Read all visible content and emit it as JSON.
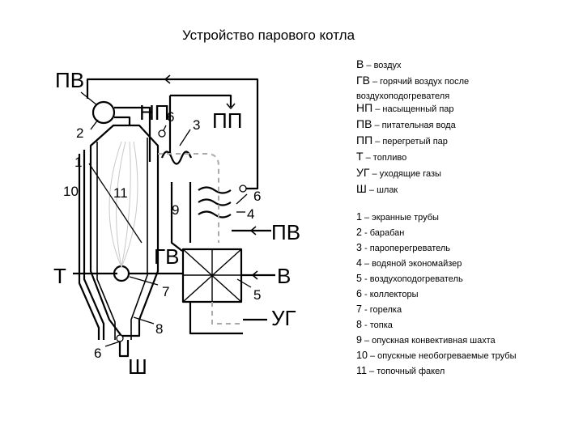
{
  "title": "Устройство парового котла",
  "legend_abbr": [
    {
      "key": "В",
      "text": " – воздух"
    },
    {
      "key": "ГВ",
      "text": " – горячий воздух после"
    },
    {
      "key": "",
      "text": "воздухоподогревателя"
    },
    {
      "key": "НП",
      "text": " – насыщенный пар"
    },
    {
      "key": "ПВ",
      "text": " – питательная вода"
    },
    {
      "key": "ПП",
      "text": " – перегретый пар"
    },
    {
      "key": "Т",
      "text": " – топливо"
    },
    {
      "key": "УГ",
      "text": " – уходящие газы"
    },
    {
      "key": "Ш",
      "text": " – шлак"
    }
  ],
  "legend_parts": [
    {
      "key": "1",
      "text": " – экранные трубы"
    },
    {
      "key": "2",
      "text": " - барабан"
    },
    {
      "key": "3",
      "text": " - пароперегреватель"
    },
    {
      "key": "4",
      "text": " – водяной экономайзер"
    },
    {
      "key": "5",
      "text": " - воздухоподогреватель"
    },
    {
      "key": "6",
      "text": " - коллекторы"
    },
    {
      "key": "7",
      "text": " - горелка"
    },
    {
      "key": "8",
      "text": " - топка"
    },
    {
      "key": "9",
      "text": " – опускная конвективная шахта"
    },
    {
      "key": "10",
      "text": " – опускные необогреваемые трубы"
    },
    {
      "key": "11",
      "text": " – топочный факел"
    }
  ],
  "diagram_labels": {
    "pv_top": "ПВ",
    "np": "НП",
    "pp": "ПП",
    "pv_right": "ПВ",
    "t": "Т",
    "gv": "ГВ",
    "v": "В",
    "ug": "УГ",
    "sh": "Ш",
    "n1": "1",
    "n2": "2",
    "n3": "3",
    "n4": "4",
    "n5": "5",
    "n6_top": "6",
    "n6_right": "6",
    "n6_bottom": "6",
    "n7": "7",
    "n8": "8",
    "n9": "9",
    "n10": "10",
    "n11": "11"
  }
}
